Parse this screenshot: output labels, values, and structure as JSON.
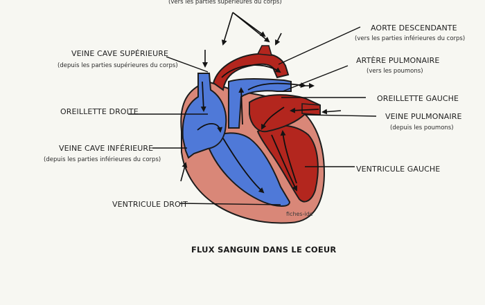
{
  "diagram": {
    "title": "FLUX SANGUIN DANS LE COEUR",
    "watermark": "fiches-ide",
    "colors": {
      "background": "#f7f7f2",
      "oxygen_poor_blood": "#4f79d8",
      "oxygen_rich_blood": "#b3261e",
      "heart_muscle": "#d98778",
      "outline": "#1c1c1c"
    },
    "labels": {
      "top_caption": "(vers les parties supérieures du corps)",
      "aorte_descendante": "AORTE DESCENDANTE",
      "aorte_descendante_sub": "(vers les parties inférieures du corps)",
      "veine_cave_superieure": "VEINE CAVE SUPÉRIEURE",
      "veine_cave_superieure_sub": "(depuis les parties supérieures du corps)",
      "artere_pulmonaire": "ARTÈRE PULMONAIRE",
      "artere_pulmonaire_sub": "(vers les poumons)",
      "oreillette_gauche": "OREILLETTE GAUCHE",
      "oreillette_droite": "OREILLETTE DROITE",
      "veine_pulmonaire": "VEINE PULMONAIRE",
      "veine_pulmonaire_sub": "(depuis les poumons)",
      "veine_cave_inferieure": "VEINE CAVE INFÉRIEURE",
      "veine_cave_inferieure_sub": "(depuis les parties inférieures du corps)",
      "ventricule_gauche": "VENTRICULE GAUCHE",
      "ventricule_droit": "VENTRICULE DROIT"
    }
  }
}
